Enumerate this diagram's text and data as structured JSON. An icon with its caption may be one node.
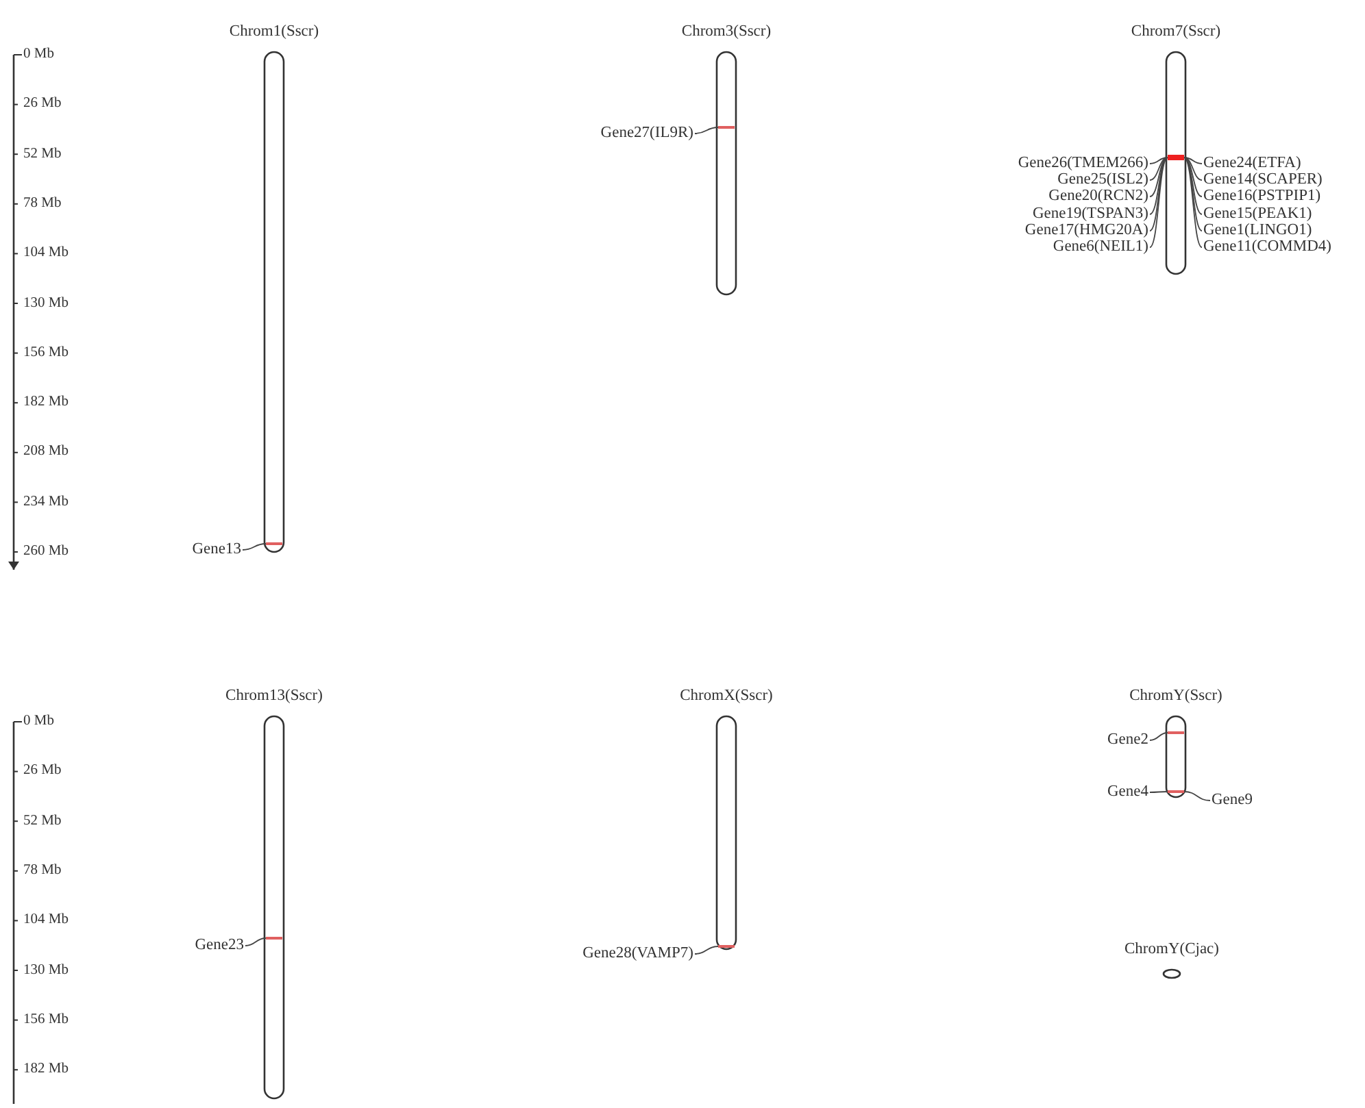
{
  "diagram": {
    "nodes": [
      {
        "text": [
          "Chrom1(Sscr)"
        ]
      },
      {
        "text": [],
        "shape": "bar",
        "in": 0
      },
      {
        "text": [
          "Gene13"
        ]
      },
      {
        "text": [
          "Chrom3(Sscr)"
        ]
      },
      {
        "text": [],
        "shape": "bar",
        "in": 3
      },
      {
        "text": [
          "Gene27(IL9R)"
        ]
      },
      {
        "text": [
          "Chrom7(Sscr)"
        ]
      },
      {
        "text": [],
        "shape": "bar",
        "in": 6
      },
      {
        "text": [
          "Gene26(TMEM266)"
        ]
      },
      {
        "text": [
          "Gene24(ETFA)"
        ]
      },
      {
        "text": [
          "Gene25(ISL2)"
        ]
      },
      {
        "text": [
          "Gene14(SCAPER)"
        ]
      },
      {
        "text": [
          "Gene20(RCN2)"
        ]
      },
      {
        "text": [
          "Gene16(PSTPIP1)"
        ]
      },
      {
        "text": [
          "Gene19(TSPAN3)"
        ]
      },
      {
        "text": [
          "Gene15(PEAK1)"
        ]
      },
      {
        "text": [
          "Gene17(HMG20A)"
        ]
      },
      {
        "text": [
          "Gene1(LINGO1)"
        ]
      },
      {
        "text": [
          "Gene6(NEIL1)"
        ]
      },
      {
        "text": [
          "Gene11(COMMD4)"
        ]
      },
      {
        "text": [
          "Chrom13(Sscr)"
        ]
      },
      {
        "text": [],
        "shape": "bar",
        "in": 20
      },
      {
        "text": [
          "Gene23"
        ]
      },
      {
        "text": [
          "ChromX(Sscr)"
        ]
      },
      {
        "text": [],
        "shape": "bar",
        "in": 23
      },
      {
        "text": [
          "Gene28(VAMP7)"
        ]
      },
      {
        "text": [
          "ChromY(Sscr)"
        ]
      },
      {
        "text": [],
        "shape": "bar",
        "in": 26
      },
      {
        "text": [],
        "shape": "bar",
        "in": 26
      },
      {
        "text": [
          "Gene2"
        ]
      },
      {
        "text": [
          "Gene4"
        ]
      },
      {
        "text": [
          "Gene9"
        ]
      },
      {
        "text": [
          "ChromY(Cjac)"
        ]
      }
    ],
    "edges": [
      {
        "from": 2,
        "to": 1,
        "arrow": "none"
      },
      {
        "from": 5,
        "to": 4,
        "arrow": "none"
      },
      {
        "from": 8,
        "to": 7,
        "arrow": "none"
      },
      {
        "from": 9,
        "to": 7,
        "arrow": "none"
      },
      {
        "from": 10,
        "to": 7,
        "arrow": "none"
      },
      {
        "from": 11,
        "to": 7,
        "arrow": "none"
      },
      {
        "from": 12,
        "to": 7,
        "arrow": "none"
      },
      {
        "from": 13,
        "to": 7,
        "arrow": "none"
      },
      {
        "from": 14,
        "to": 7,
        "arrow": "none"
      },
      {
        "from": 15,
        "to": 7,
        "arrow": "none"
      },
      {
        "from": 16,
        "to": 7,
        "arrow": "none"
      },
      {
        "from": 17,
        "to": 7,
        "arrow": "none"
      },
      {
        "from": 18,
        "to": 7,
        "arrow": "none"
      },
      {
        "from": 19,
        "to": 7,
        "arrow": "none"
      },
      {
        "from": 22,
        "to": 21,
        "arrow": "none"
      },
      {
        "from": 25,
        "to": 24,
        "arrow": "none"
      },
      {
        "from": 29,
        "to": 27,
        "arrow": "none"
      },
      {
        "from": 30,
        "to": 28,
        "arrow": "none"
      },
      {
        "from": 31,
        "to": 28,
        "arrow": "none"
      }
    ],
    "labels": [
      "0 Mb",
      "26 Mb",
      "52 Mb",
      "78 Mb",
      "104 Mb",
      "130 Mb",
      "156 Mb",
      "182 Mb",
      "208 Mb",
      "234 Mb",
      "260 Mb",
      "0 Mb",
      "26 Mb",
      "52 Mb",
      "78 Mb",
      "104 Mb",
      "130 Mb",
      "156 Mb",
      "182 Mb"
    ]
  }
}
